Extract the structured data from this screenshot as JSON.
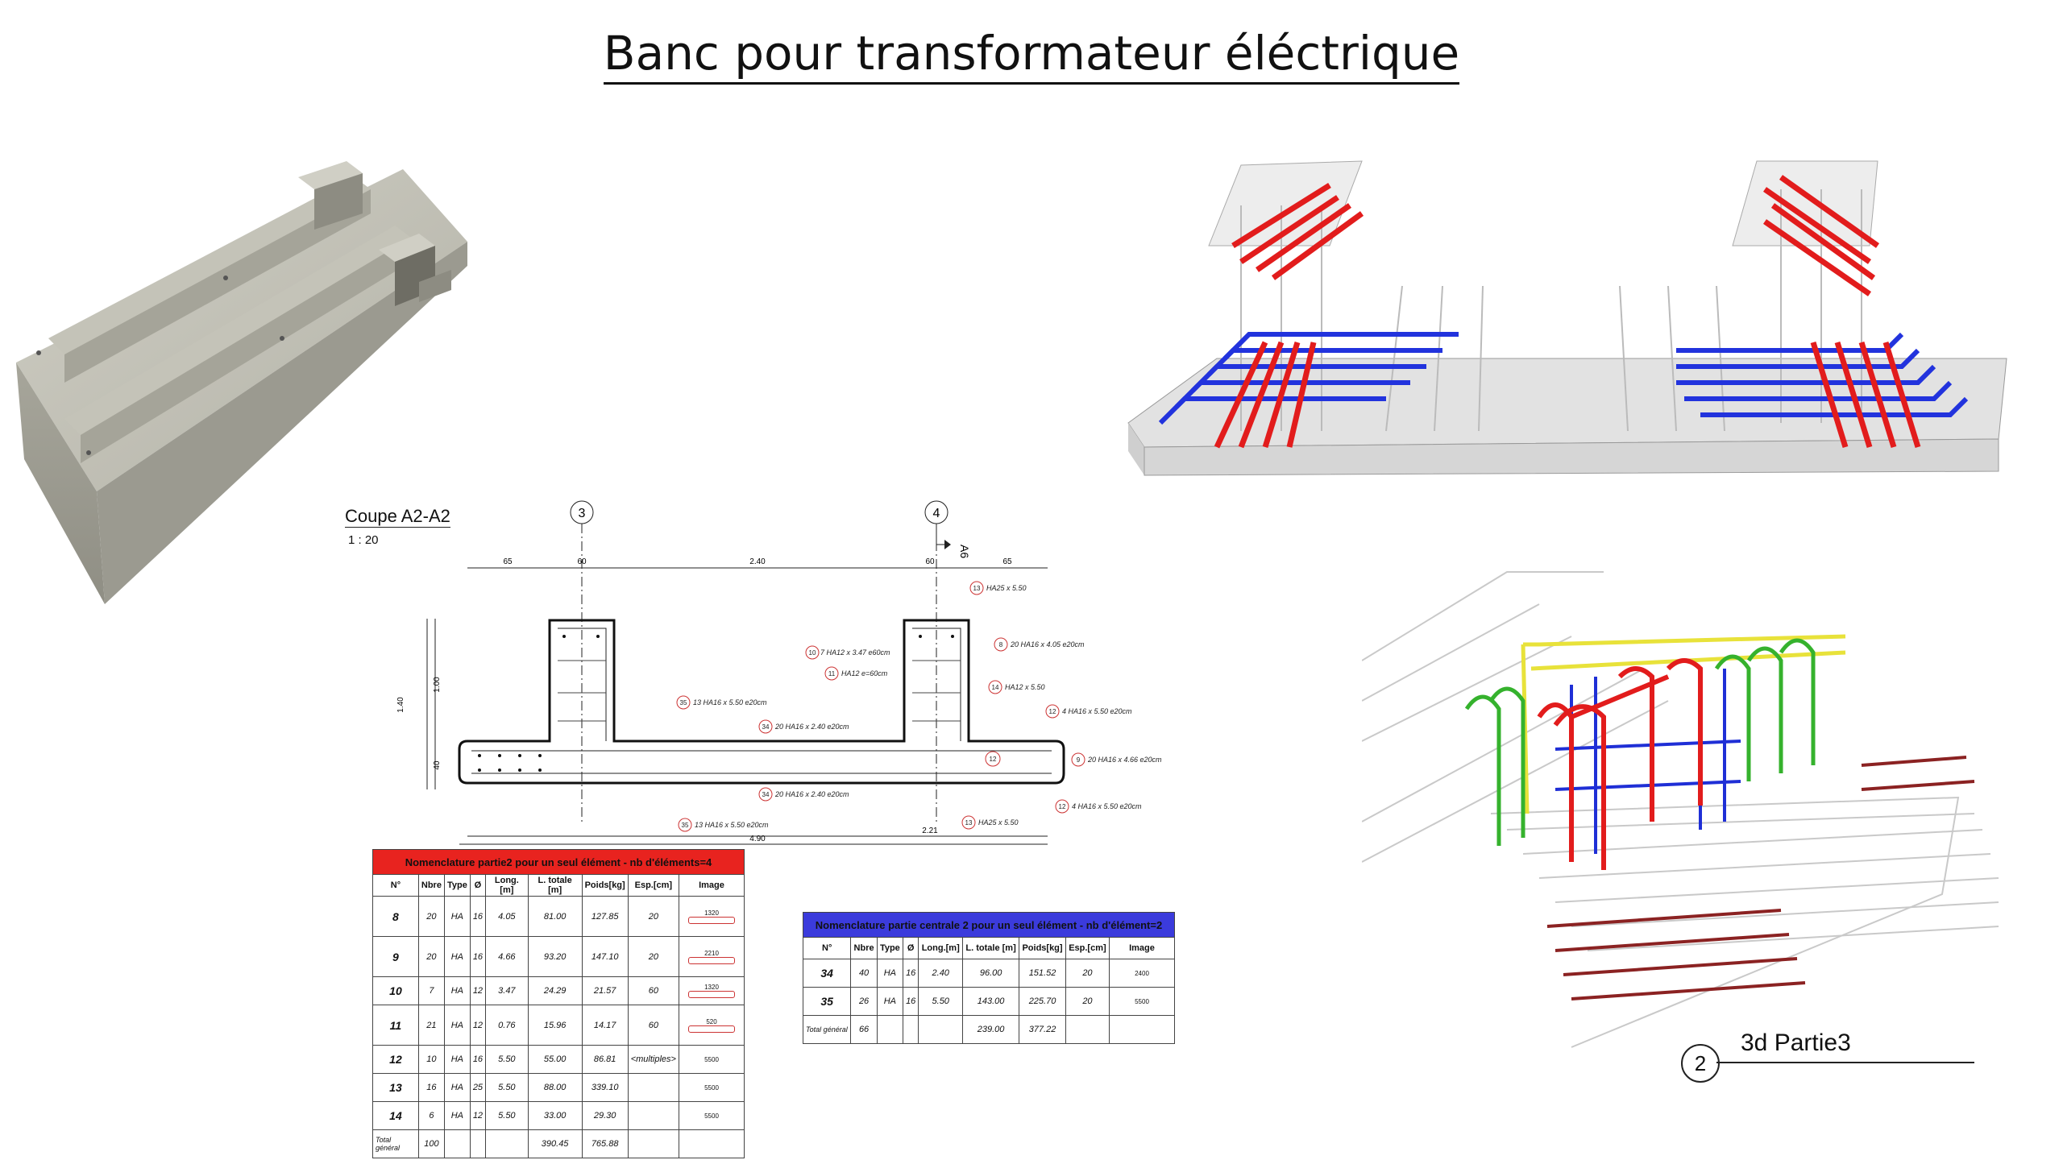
{
  "page": {
    "title": "Banc pour transformateur éléctrique"
  },
  "section": {
    "title": "Coupe A2-A2",
    "scale": "1 : 20",
    "axis_3": "3",
    "axis_4": "4",
    "section_mark": "A6",
    "dims_top": [
      "65",
      "60",
      "2.40",
      "60",
      "65"
    ],
    "dims_left": [
      "1.40",
      "1.00",
      "40"
    ],
    "dims_bottom": [
      "2.21",
      "4.90"
    ],
    "callouts": [
      {
        "num": "13",
        "text": "HA25 x 5.50"
      },
      {
        "num": "10",
        "text": "7 HA12 x 3.47 e60cm"
      },
      {
        "num": "8",
        "text": "20 HA16 x 4.05 e20cm"
      },
      {
        "num": "11",
        "text": "HA12 e=60cm"
      },
      {
        "num": "14",
        "text": "HA12 x 5.50"
      },
      {
        "num": "35",
        "text": "13 HA16 x 5.50 e20cm"
      },
      {
        "num": "12",
        "text": "4 HA16 x 5.50 e20cm"
      },
      {
        "num": "34",
        "text": "20 HA16 x 2.40 e20cm"
      },
      {
        "num": "12",
        "text": ""
      },
      {
        "num": "9",
        "text": "20 HA16 x 4.66 e20cm"
      },
      {
        "num": "34",
        "text": "20 HA16 x 2.40 e20cm"
      },
      {
        "num": "12",
        "text": "4 HA16 x 5.50 e20cm"
      },
      {
        "num": "35",
        "text": "13 HA16 x 5.50 e20cm"
      },
      {
        "num": "13",
        "text": "HA25 x 5.50"
      }
    ]
  },
  "table1": {
    "caption": "Nomenclature partie2 pour un seul élément - nb d'éléments=4",
    "caption_color": "#e8231f",
    "headers": [
      "N°",
      "Nbre",
      "Type",
      "Ø",
      "Long.[m]",
      "L. totale [m]",
      "Poids[kg]",
      "Esp.[cm]",
      "Image"
    ],
    "rows": [
      [
        "8",
        "20",
        "HA",
        "16",
        "4.05",
        "81.00",
        "127.85",
        "20",
        "1320"
      ],
      [
        "9",
        "20",
        "HA",
        "16",
        "4.66",
        "93.20",
        "147.10",
        "20",
        "2210"
      ],
      [
        "10",
        "7",
        "HA",
        "12",
        "3.47",
        "24.29",
        "21.57",
        "60",
        "1320"
      ],
      [
        "11",
        "21",
        "HA",
        "12",
        "0.76",
        "15.96",
        "14.17",
        "60",
        "520"
      ],
      [
        "12",
        "10",
        "HA",
        "16",
        "5.50",
        "55.00",
        "86.81",
        "<multiples>",
        "5500"
      ],
      [
        "13",
        "16",
        "HA",
        "25",
        "5.50",
        "88.00",
        "339.10",
        "",
        "5500"
      ],
      [
        "14",
        "6",
        "HA",
        "12",
        "5.50",
        "33.00",
        "29.30",
        "",
        "5500"
      ]
    ],
    "total": {
      "label": "Total général",
      "nbre": "100",
      "ltot": "390.45",
      "poids": "765.88"
    }
  },
  "table2": {
    "caption": "Nomenclature partie centrale 2 pour un seul élément - nb d'élément=2",
    "caption_color": "#3b3bdc",
    "headers": [
      "N°",
      "Nbre",
      "Type",
      "Ø",
      "Long.[m]",
      "L. totale [m]",
      "Poids[kg]",
      "Esp.[cm]",
      "Image"
    ],
    "rows": [
      [
        "34",
        "40",
        "HA",
        "16",
        "2.40",
        "96.00",
        "151.52",
        "20",
        "2400"
      ],
      [
        "35",
        "26",
        "HA",
        "16",
        "5.50",
        "143.00",
        "225.70",
        "20",
        "5500"
      ]
    ],
    "total": {
      "label": "Total général",
      "nbre": "66",
      "ltot": "239.00",
      "poids": "377.22"
    }
  },
  "view3d": {
    "number": "2",
    "label": "3d Partie3"
  },
  "colors": {
    "concrete": "#b9b8ad",
    "rebar_red": "#e21c1c",
    "rebar_blue": "#1f2fd6",
    "rebar_green": "#35b22d",
    "rebar_yellow": "#e8e23a"
  }
}
